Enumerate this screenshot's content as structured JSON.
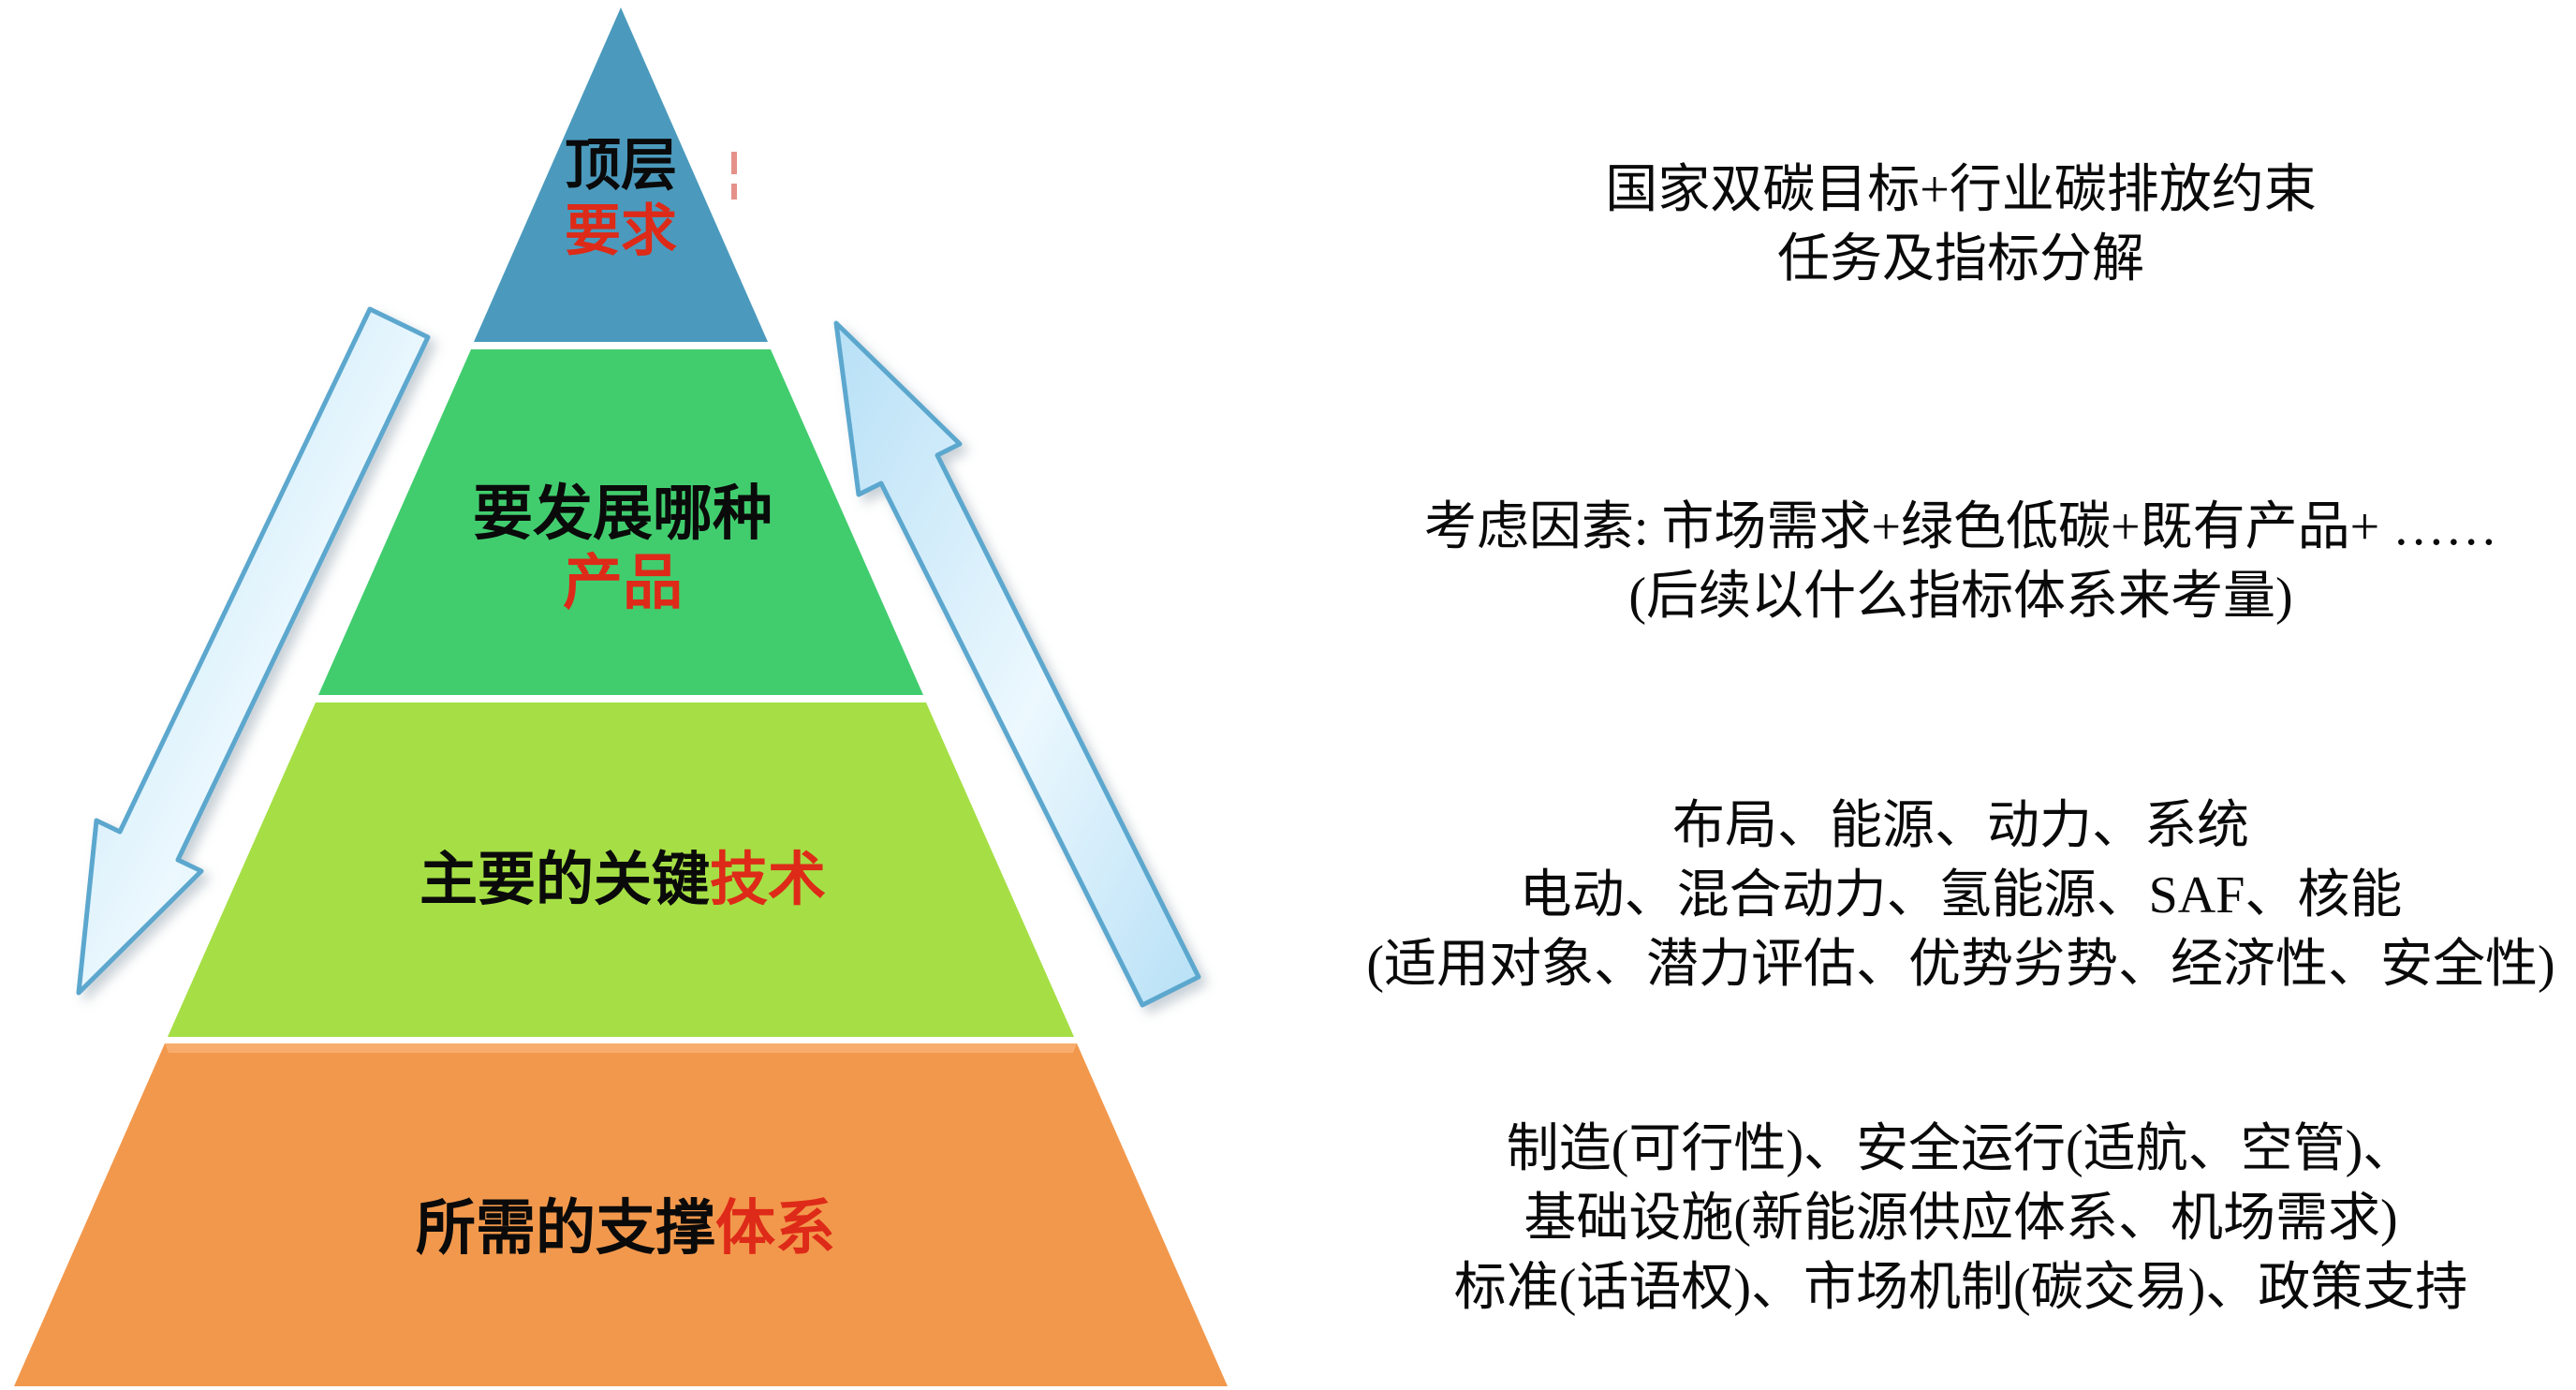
{
  "colors": {
    "level1": "#4B9ABD",
    "level2": "#41CD6E",
    "level3": "#A5DF45",
    "level4": "#F2984C",
    "level4_top_edge": "#F8AF72",
    "red_accent": "#DE2A18",
    "text_black": "#0A0A0A",
    "arrow_stroke": "#5CA7CE",
    "arrow_fill_light": "#ECF8FE",
    "arrow_fill_dark": "#B7E0F6",
    "stray_mark_red": "#D0392B"
  },
  "pyramid": {
    "levels": [
      {
        "label_black": "顶层",
        "label_red": "要求",
        "color": "#4B9ABD"
      },
      {
        "label_black": "要发展哪种",
        "label_red": "产品",
        "color": "#41CD6E"
      },
      {
        "label_black": "主要的关键",
        "label_red": "技术",
        "color": "#A5DF45"
      },
      {
        "label_black": "所需的支撑",
        "label_red": "体系",
        "color": "#F2984C"
      }
    ]
  },
  "annotations": [
    {
      "lines": [
        "国家双碳目标+行业碳排放约束",
        "任务及指标分解"
      ]
    },
    {
      "lines": [
        "考虑因素: 市场需求+绿色低碳+既有产品+ ……",
        "(后续以什么指标体系来考量)"
      ]
    },
    {
      "lines": [
        "布局、能源、动力、系统",
        "电动、混合动力、氢能源、SAF、核能",
        "(适用对象、潜力评估、优势劣势、经济性、安全性)"
      ]
    },
    {
      "lines": [
        "制造(可行性)、安全运行(适航、空管)、",
        "基础设施(新能源供应体系、机场需求)",
        "标准(话语权)、市场机制(碳交易)、政策支持"
      ]
    }
  ],
  "icons": {
    "left_arrow": "arrow-down-left",
    "right_arrow": "arrow-up-right"
  }
}
